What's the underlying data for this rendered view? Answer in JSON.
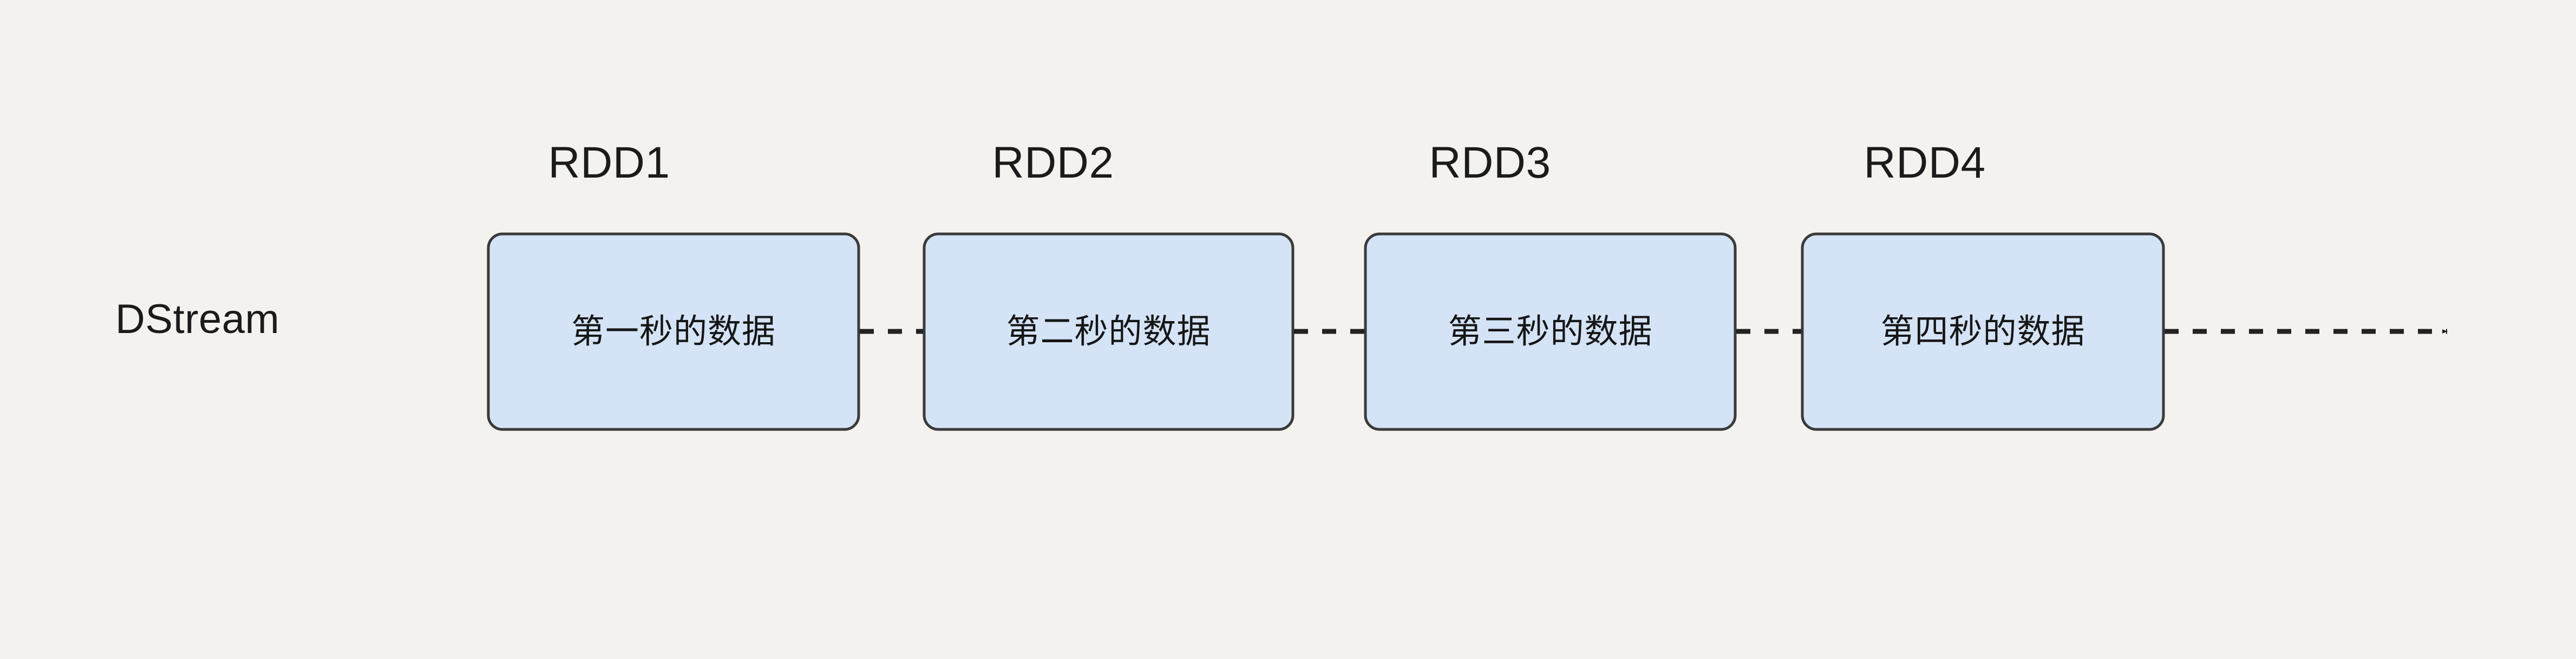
{
  "diagram": {
    "type": "spark-dstream-rdd-sequence",
    "background_color": "#f4f2ee",
    "box_fill_color": "#d4e3f5",
    "box_border_color": "#3a3a3a",
    "connector_color": "#222222",
    "text_color": "#1b1b1b",
    "stream_label": "DStream",
    "nodes": [
      {
        "title": "RDD1",
        "text": "第一秒的数据"
      },
      {
        "title": "RDD2",
        "text": "第二秒的数据"
      },
      {
        "title": "RDD3",
        "text": "第三秒的数据"
      },
      {
        "title": "RDD4",
        "text": "第四秒的数据"
      }
    ],
    "connectors": [
      {
        "from": "RDD1",
        "to": "RDD2",
        "style": "dashed",
        "arrowhead": false
      },
      {
        "from": "RDD2",
        "to": "RDD3",
        "style": "dashed",
        "arrowhead": false
      },
      {
        "from": "RDD3",
        "to": "RDD4",
        "style": "dashed",
        "arrowhead": false
      },
      {
        "from": "RDD4",
        "to": "",
        "style": "dashed",
        "arrowhead": true
      }
    ]
  }
}
